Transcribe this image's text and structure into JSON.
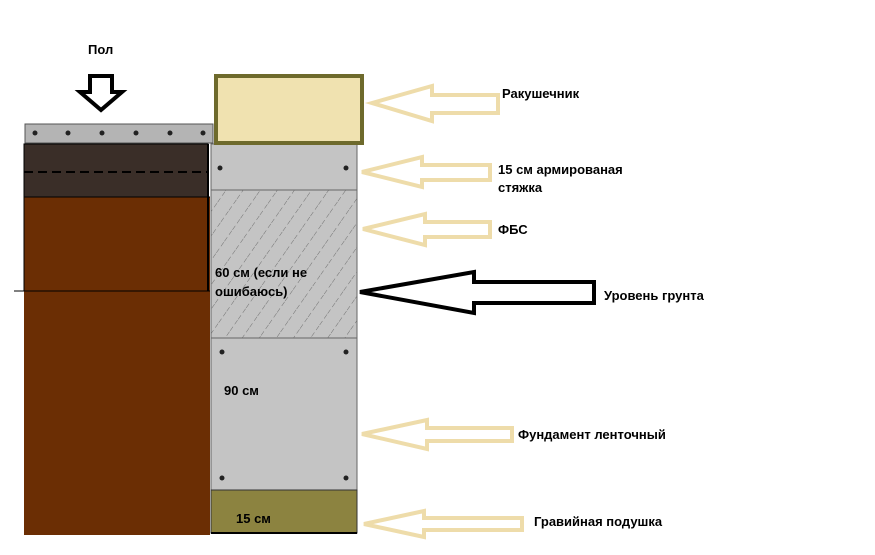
{
  "labels": {
    "floor": "Пол",
    "shell_rock": "Ракушечник",
    "screed_line1": "15 см армированая",
    "screed_line2": "стяжка",
    "fbs": "ФБС",
    "ground_level": "Уровень грунта",
    "strip_foundation": "Фундамент ленточный",
    "gravel_cushion": "Гравийная подушка"
  },
  "annotations": {
    "fbs_height_line1": "60 см (если не",
    "fbs_height_line2": "ошибаюсь)",
    "foundation_height": "90 см",
    "gravel_height": "15 см"
  },
  "colors": {
    "soil": "#6b2e04",
    "dark_fill": "#3a2e28",
    "concrete": "#c4c4c4",
    "floor_slab": "#b4b4b4",
    "shell_rock": "#f0e2b0",
    "shell_rock_border": "#6e6a2c",
    "gravel": "#8c8340",
    "arrow_outline": "#eedcaa"
  }
}
